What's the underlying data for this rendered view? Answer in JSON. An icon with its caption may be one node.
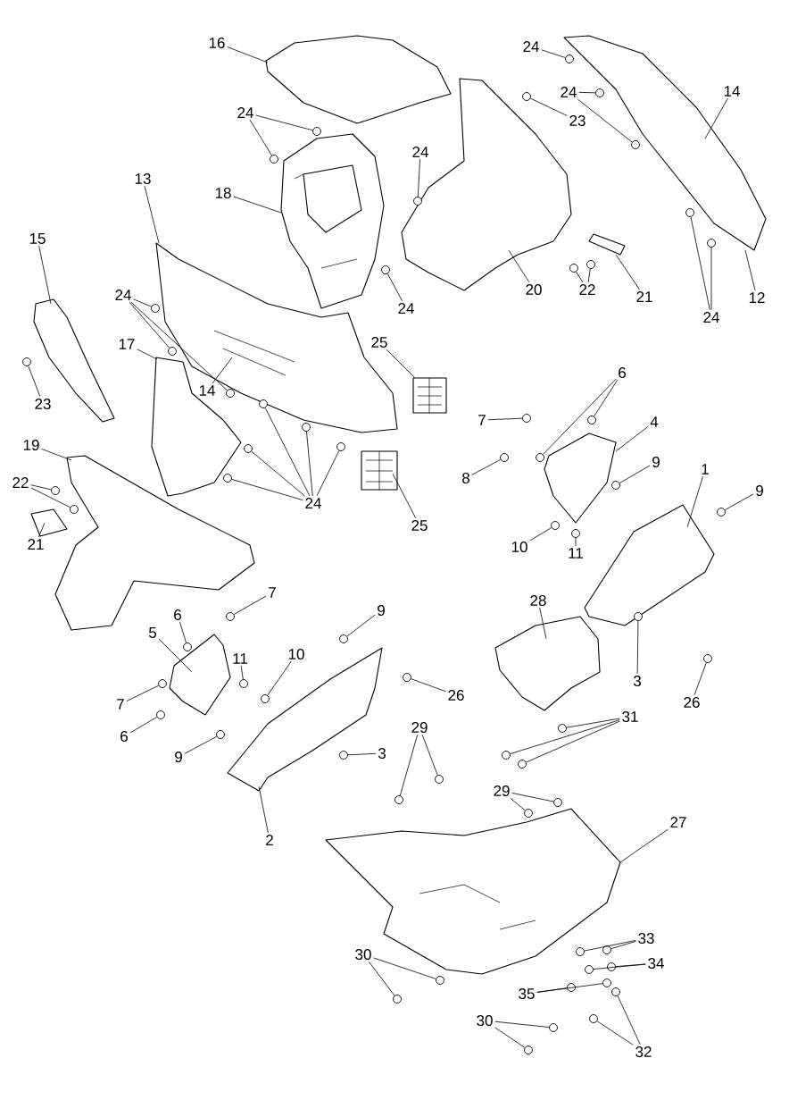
{
  "diagram": {
    "nodes": [
      {
        "text": [
          "16"
        ]
      },
      {
        "text": [
          "24"
        ]
      },
      {
        "text": [
          "24"
        ]
      },
      {
        "text": [
          "23"
        ]
      },
      {
        "text": [
          "14"
        ]
      },
      {
        "text": [
          "24"
        ]
      },
      {
        "text": [
          "24"
        ]
      },
      {
        "text": [
          "13"
        ]
      },
      {
        "text": [
          "18"
        ]
      },
      {
        "text": [
          "15"
        ]
      },
      {
        "text": [
          "24"
        ]
      },
      {
        "text": [
          "20"
        ]
      },
      {
        "text": [
          "22"
        ]
      },
      {
        "text": [
          "21"
        ]
      },
      {
        "text": [
          "24"
        ]
      },
      {
        "text": [
          "12"
        ]
      },
      {
        "text": [
          "24"
        ]
      },
      {
        "text": [
          "17"
        ]
      },
      {
        "text": [
          "14"
        ]
      },
      {
        "text": [
          "25"
        ]
      },
      {
        "text": [
          "23"
        ]
      },
      {
        "text": [
          "6"
        ]
      },
      {
        "text": [
          "7"
        ]
      },
      {
        "text": [
          "4"
        ]
      },
      {
        "text": [
          "9"
        ]
      },
      {
        "text": [
          "8"
        ]
      },
      {
        "text": [
          "19"
        ]
      },
      {
        "text": [
          "22"
        ]
      },
      {
        "text": [
          "24"
        ]
      },
      {
        "text": [
          "25"
        ]
      },
      {
        "text": [
          "21"
        ]
      },
      {
        "text": [
          "1"
        ]
      },
      {
        "text": [
          "9"
        ]
      },
      {
        "text": [
          "10"
        ]
      },
      {
        "text": [
          "11"
        ]
      },
      {
        "text": [
          "28"
        ]
      },
      {
        "text": [
          "7"
        ]
      },
      {
        "text": [
          "5"
        ]
      },
      {
        "text": [
          "6"
        ]
      },
      {
        "text": [
          "11"
        ]
      },
      {
        "text": [
          "10"
        ]
      },
      {
        "text": [
          "9"
        ]
      },
      {
        "text": [
          "7"
        ]
      },
      {
        "text": [
          "6"
        ]
      },
      {
        "text": [
          "26"
        ]
      },
      {
        "text": [
          "3"
        ]
      },
      {
        "text": [
          "26"
        ]
      },
      {
        "text": [
          "9"
        ]
      },
      {
        "text": [
          "3"
        ]
      },
      {
        "text": [
          "31"
        ]
      },
      {
        "text": [
          "29"
        ]
      },
      {
        "text": [
          "2"
        ]
      },
      {
        "text": [
          "29"
        ]
      },
      {
        "text": [
          "27"
        ]
      },
      {
        "text": [
          "33"
        ]
      },
      {
        "text": [
          "34"
        ]
      },
      {
        "text": [
          "30"
        ]
      },
      {
        "text": [
          "35"
        ]
      },
      {
        "text": [
          "30"
        ]
      },
      {
        "text": [
          "32"
        ]
      },
      {
        "text": [],
        "shape": "circle"
      },
      {
        "text": [],
        "shape": "circle"
      },
      {
        "text": [],
        "shape": "circle"
      },
      {
        "text": [],
        "shape": "circle"
      },
      {
        "text": [],
        "shape": "circle"
      },
      {
        "text": [],
        "shape": "circle"
      },
      {
        "text": [],
        "shape": "circle"
      },
      {
        "text": [],
        "shape": "circle"
      },
      {
        "text": [],
        "shape": "circle"
      },
      {
        "text": [],
        "shape": "circle"
      },
      {
        "text": [],
        "shape": "circle"
      },
      {
        "text": [],
        "shape": "circle"
      },
      {
        "text": [],
        "shape": "circle"
      },
      {
        "text": [],
        "shape": "circle"
      },
      {
        "text": [],
        "shape": "circle"
      },
      {
        "text": [],
        "shape": "circle"
      },
      {
        "text": [],
        "shape": "circle"
      },
      {
        "text": [],
        "shape": "circle"
      },
      {
        "text": [],
        "shape": "circle"
      },
      {
        "text": [],
        "shape": "circle"
      },
      {
        "text": [],
        "shape": "circle"
      },
      {
        "text": [],
        "shape": "circle"
      },
      {
        "text": [],
        "shape": "circle"
      },
      {
        "text": [],
        "shape": "circle"
      },
      {
        "text": [],
        "shape": "circle"
      },
      {
        "text": [],
        "shape": "circle"
      },
      {
        "text": [],
        "shape": "circle"
      },
      {
        "text": [],
        "shape": "circle"
      },
      {
        "text": [],
        "shape": "circle"
      },
      {
        "text": [],
        "shape": "circle"
      },
      {
        "text": [],
        "shape": "circle"
      },
      {
        "text": [],
        "shape": "circle"
      },
      {
        "text": [],
        "shape": "circle"
      },
      {
        "text": [],
        "shape": "circle"
      },
      {
        "text": [],
        "shape": "circle"
      },
      {
        "text": [],
        "shape": "circle"
      },
      {
        "text": [],
        "shape": "circle"
      },
      {
        "text": [],
        "shape": "circle"
      },
      {
        "text": [],
        "shape": "circle"
      },
      {
        "text": [],
        "shape": "circle"
      },
      {
        "text": [],
        "shape": "circle"
      },
      {
        "text": [],
        "shape": "circle"
      },
      {
        "text": [],
        "shape": "circle"
      },
      {
        "text": [],
        "shape": "circle"
      },
      {
        "text": [],
        "shape": "circle"
      },
      {
        "text": [],
        "shape": "circle"
      },
      {
        "text": [],
        "shape": "circle"
      },
      {
        "text": [],
        "shape": "circle"
      },
      {
        "text": [],
        "shape": "circle"
      },
      {
        "text": [],
        "shape": "circle"
      },
      {
        "text": [],
        "shape": "circle"
      },
      {
        "text": [],
        "shape": "circle"
      },
      {
        "text": [],
        "shape": "circle"
      },
      {
        "text": [],
        "shape": "circle"
      },
      {
        "text": [],
        "shape": "circle"
      },
      {
        "text": [],
        "shape": "circle"
      },
      {
        "text": [],
        "shape": "circle"
      },
      {
        "text": [],
        "shape": "circle"
      },
      {
        "text": [],
        "shape": "circle"
      },
      {
        "text": [],
        "shape": "circle"
      },
      {
        "text": [],
        "shape": "circle"
      },
      {
        "text": [],
        "shape": "circle"
      },
      {
        "text": [],
        "shape": "picture"
      },
      {
        "text": [],
        "shape": "picture"
      },
      {
        "text": [],
        "shape": "picture"
      },
      {
        "text": [],
        "shape": "picture"
      },
      {
        "text": [],
        "shape": "picture"
      },
      {
        "text": [],
        "shape": "picture"
      },
      {
        "text": [],
        "shape": "picture"
      },
      {
        "text": [],
        "shape": "picture"
      },
      {
        "text": [],
        "shape": "picture"
      },
      {
        "text": [],
        "shape": "picture"
      },
      {
        "text": [],
        "shape": "picture"
      },
      {
        "text": [],
        "shape": "picture"
      },
      {
        "text": [],
        "shape": "picture"
      },
      {
        "text": [],
        "shape": "picture"
      },
      {
        "text": [],
        "shape": "picture"
      },
      {
        "text": [],
        "shape": "picture"
      },
      {
        "text": [],
        "shape": "picture"
      },
      {
        "text": [],
        "shape": "picture"
      }
    ],
    "edges": [
      {
        "from": 0,
        "to": 122,
        "arrow": "none"
      },
      {
        "from": 1,
        "to": 60,
        "arrow": "none"
      },
      {
        "from": 2,
        "to": 61,
        "arrow": "none"
      },
      {
        "from": 2,
        "to": 62,
        "arrow": "none"
      },
      {
        "from": 3,
        "to": 63,
        "arrow": "none"
      },
      {
        "from": 4,
        "to": 125,
        "arrow": "none"
      },
      {
        "from": 5,
        "to": 64,
        "arrow": "none"
      },
      {
        "from": 5,
        "to": 65,
        "arrow": "none"
      },
      {
        "from": 6,
        "to": 66,
        "arrow": "none"
      },
      {
        "from": 7,
        "to": 126,
        "arrow": "none"
      },
      {
        "from": 8,
        "to": 123,
        "arrow": "none"
      },
      {
        "from": 9,
        "to": 127,
        "arrow": "none"
      },
      {
        "from": 10,
        "to": 67,
        "arrow": "none"
      },
      {
        "from": 11,
        "to": 124,
        "arrow": "none"
      },
      {
        "from": 12,
        "to": 68,
        "arrow": "none"
      },
      {
        "from": 12,
        "to": 69,
        "arrow": "none"
      },
      {
        "from": 13,
        "to": 131,
        "arrow": "none"
      },
      {
        "from": 14,
        "to": 70,
        "arrow": "none"
      },
      {
        "from": 14,
        "to": 71,
        "arrow": "none"
      },
      {
        "from": 15,
        "to": 125,
        "arrow": "none"
      },
      {
        "from": 16,
        "to": 72,
        "arrow": "none"
      },
      {
        "from": 16,
        "to": 73,
        "arrow": "none"
      },
      {
        "from": 16,
        "to": 74,
        "arrow": "none"
      },
      {
        "from": 17,
        "to": 128,
        "arrow": "none"
      },
      {
        "from": 18,
        "to": 126,
        "arrow": "none"
      },
      {
        "from": 19,
        "to": 132,
        "arrow": "none"
      },
      {
        "from": 20,
        "to": 75,
        "arrow": "none"
      },
      {
        "from": 21,
        "to": 76,
        "arrow": "none"
      },
      {
        "from": 21,
        "to": 77,
        "arrow": "none"
      },
      {
        "from": 22,
        "to": 78,
        "arrow": "none"
      },
      {
        "from": 23,
        "to": 134,
        "arrow": "none"
      },
      {
        "from": 24,
        "to": 79,
        "arrow": "none"
      },
      {
        "from": 25,
        "to": 80,
        "arrow": "none"
      },
      {
        "from": 26,
        "to": 129,
        "arrow": "none"
      },
      {
        "from": 27,
        "to": 81,
        "arrow": "none"
      },
      {
        "from": 27,
        "to": 82,
        "arrow": "none"
      },
      {
        "from": 28,
        "to": 83,
        "arrow": "none"
      },
      {
        "from": 28,
        "to": 84,
        "arrow": "none"
      },
      {
        "from": 28,
        "to": 85,
        "arrow": "none"
      },
      {
        "from": 28,
        "to": 86,
        "arrow": "none"
      },
      {
        "from": 28,
        "to": 87,
        "arrow": "none"
      },
      {
        "from": 29,
        "to": 133,
        "arrow": "none"
      },
      {
        "from": 30,
        "to": 130,
        "arrow": "none"
      },
      {
        "from": 31,
        "to": 135,
        "arrow": "none"
      },
      {
        "from": 32,
        "to": 88,
        "arrow": "none"
      },
      {
        "from": 33,
        "to": 89,
        "arrow": "none"
      },
      {
        "from": 34,
        "to": 90,
        "arrow": "none"
      },
      {
        "from": 35,
        "to": 136,
        "arrow": "none"
      },
      {
        "from": 36,
        "to": 91,
        "arrow": "none"
      },
      {
        "from": 37,
        "to": 137,
        "arrow": "none"
      },
      {
        "from": 38,
        "to": 92,
        "arrow": "none"
      },
      {
        "from": 39,
        "to": 93,
        "arrow": "none"
      },
      {
        "from": 40,
        "to": 94,
        "arrow": "none"
      },
      {
        "from": 41,
        "to": 95,
        "arrow": "none"
      },
      {
        "from": 42,
        "to": 96,
        "arrow": "none"
      },
      {
        "from": 43,
        "to": 97,
        "arrow": "none"
      },
      {
        "from": 44,
        "to": 98,
        "arrow": "none"
      },
      {
        "from": 45,
        "to": 99,
        "arrow": "none"
      },
      {
        "from": 46,
        "to": 100,
        "arrow": "none"
      },
      {
        "from": 47,
        "to": 101,
        "arrow": "none"
      },
      {
        "from": 48,
        "to": 102,
        "arrow": "none"
      },
      {
        "from": 49,
        "to": 103,
        "arrow": "none"
      },
      {
        "from": 49,
        "to": 104,
        "arrow": "none"
      },
      {
        "from": 49,
        "to": 105,
        "arrow": "none"
      },
      {
        "from": 50,
        "to": 106,
        "arrow": "none"
      },
      {
        "from": 50,
        "to": 107,
        "arrow": "none"
      },
      {
        "from": 51,
        "to": 138,
        "arrow": "none"
      },
      {
        "from": 52,
        "to": 108,
        "arrow": "none"
      },
      {
        "from": 52,
        "to": 109,
        "arrow": "none"
      },
      {
        "from": 53,
        "to": 139,
        "arrow": "none"
      },
      {
        "from": 54,
        "to": 110,
        "arrow": "none"
      },
      {
        "from": 54,
        "to": 111,
        "arrow": "none"
      },
      {
        "from": 55,
        "to": 112,
        "arrow": "none"
      },
      {
        "from": 55,
        "to": 113,
        "arrow": "none"
      },
      {
        "from": 56,
        "to": 114,
        "arrow": "none"
      },
      {
        "from": 56,
        "to": 115,
        "arrow": "none"
      },
      {
        "from": 57,
        "to": 116,
        "arrow": "none"
      },
      {
        "from": 57,
        "to": 117,
        "arrow": "none"
      },
      {
        "from": 58,
        "to": 118,
        "arrow": "none"
      },
      {
        "from": 58,
        "to": 119,
        "arrow": "none"
      },
      {
        "from": 59,
        "to": 120,
        "arrow": "none"
      },
      {
        "from": 59,
        "to": 121,
        "arrow": "none"
      }
    ]
  }
}
